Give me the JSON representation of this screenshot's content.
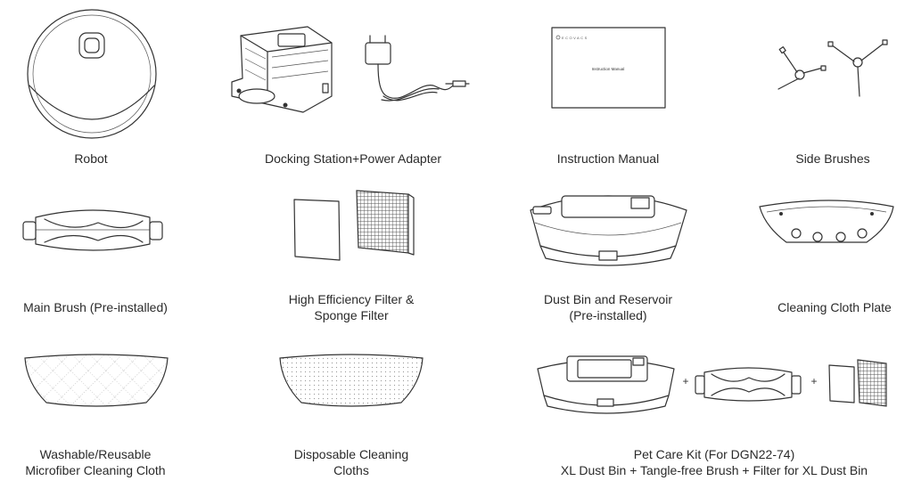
{
  "items": [
    {
      "lines": [
        "Robot"
      ]
    },
    {
      "lines": [
        "Docking Station+Power Adapter"
      ]
    },
    {
      "lines": [
        "Instruction Manual"
      ]
    },
    {
      "lines": [
        "Side Brushes"
      ]
    },
    {
      "lines": [
        "Main Brush (Pre-installed)"
      ]
    },
    {
      "lines": [
        "High Efficiency Filter &",
        "Sponge Filter"
      ]
    },
    {
      "lines": [
        "Dust Bin and Reservoir",
        "(Pre-installed)"
      ]
    },
    {
      "lines": [
        "Cleaning Cloth Plate"
      ]
    },
    {
      "lines": [
        "Washable/Reusable",
        "Microfiber Cleaning Cloth"
      ]
    },
    {
      "lines": [
        "Disposable Cleaning",
        "Cloths"
      ]
    },
    {
      "lines": [
        "Pet Care Kit (For DGN22-74)",
        "XL Dust Bin + Tangle-free Brush + Filter for XL Dust Bin"
      ]
    }
  ],
  "manual": {
    "brand": "ECOVACS",
    "title": "Instruction Manual"
  },
  "plus_sign": "+"
}
